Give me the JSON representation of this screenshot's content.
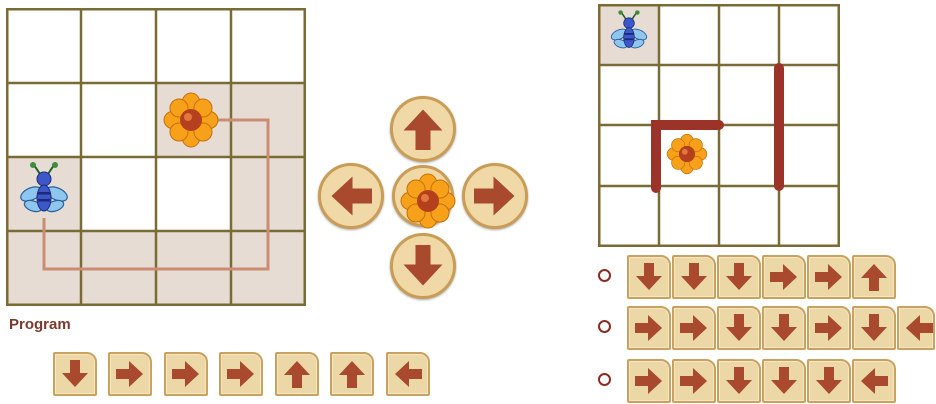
{
  "program_label": "Program",
  "program_sequence": [
    "down",
    "right",
    "right",
    "right",
    "up",
    "up",
    "left"
  ],
  "dpad": [
    "up",
    "left",
    "right",
    "down"
  ],
  "answer_options": [
    [
      "down",
      "down",
      "down",
      "right",
      "right",
      "up"
    ],
    [
      "right",
      "right",
      "down",
      "down",
      "right",
      "down",
      "left"
    ],
    [
      "right",
      "right",
      "down",
      "down",
      "down",
      "left"
    ]
  ],
  "colors": {
    "grid_line": "#7a6a35",
    "shaded_cell": "#e6dcd3",
    "route": "#c98d74",
    "wall": "#9c3328",
    "arrow": "#a9492d",
    "card_fill": "#ecd7a6"
  },
  "icons": {
    "bee": "bee-icon",
    "flower": "flower-icon"
  }
}
